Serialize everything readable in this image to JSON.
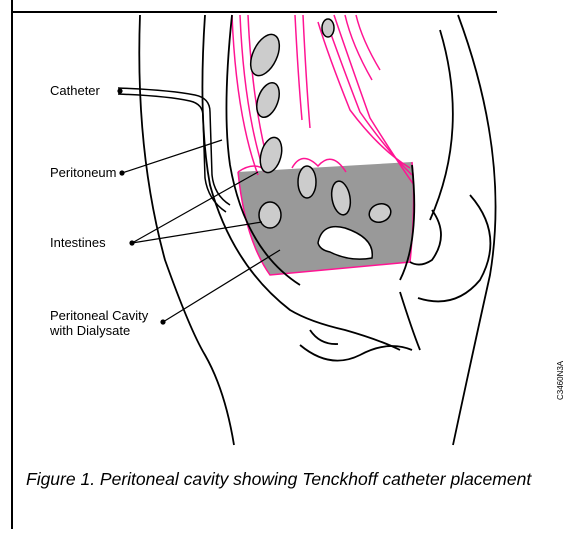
{
  "labels": {
    "catheter": "Catheter",
    "peritoneum": "Peritoneum",
    "intestines": "Intestines",
    "peritoneal_cavity": "Peritoneal Cavity\nwith Dialysate"
  },
  "figure_code": "C3460N3A",
  "caption": "Figure 1. Peritoneal cavity showing Tenckhoff catheter placement",
  "colors": {
    "peritoneum_outline": "#ff1493",
    "dialysate_fill": "#999999",
    "intestine_fill": "#cccccc",
    "line": "#000000"
  }
}
